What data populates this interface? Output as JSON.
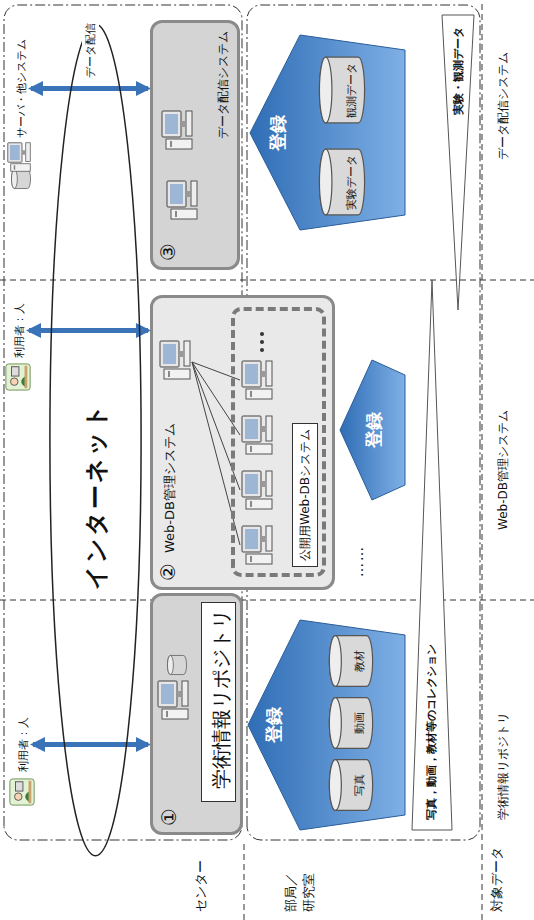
{
  "diagram": {
    "nodes": [
      {
        "text": [
          "インターネット"
        ]
      },
      {
        "text": [
          "利用者：人"
        ]
      },
      {
        "text": [
          "利用者：人"
        ]
      },
      {
        "text": [
          "サーバ・他システム"
        ]
      },
      {
        "text": [
          "①"
        ]
      },
      {
        "text": [
          "学術情報リポジトリ"
        ],
        "in": 4
      },
      {
        "text": [
          "②",
          "Web-DB管理システム"
        ]
      },
      {
        "text": [
          "公開用Web-DBシステム"
        ],
        "in": 6
      },
      {
        "text": [
          "③",
          "データ配信システム"
        ]
      },
      {
        "text": [
          "写真"
        ]
      },
      {
        "text": [
          "動画"
        ]
      },
      {
        "text": [
          "教材"
        ]
      },
      {
        "text": [
          "実験データ"
        ]
      },
      {
        "text": [
          "観測データ"
        ]
      }
    ],
    "edges": [
      {
        "from": 1,
        "to": 4,
        "arrow": "both"
      },
      {
        "from": 2,
        "to": 6,
        "arrow": "both"
      },
      {
        "from": 3,
        "to": 8,
        "arrow": "both",
        "label": "データ配信"
      }
    ],
    "labels": [
      "センター",
      "部局／研究室",
      "対象データ",
      "登録",
      "登録",
      "登録",
      "……",
      "写真，動画，教材等のコレクション",
      "実験・観測データ",
      "学術情報リポジトリ",
      "Web-DB管理システム",
      "データ配信システム"
    ]
  }
}
